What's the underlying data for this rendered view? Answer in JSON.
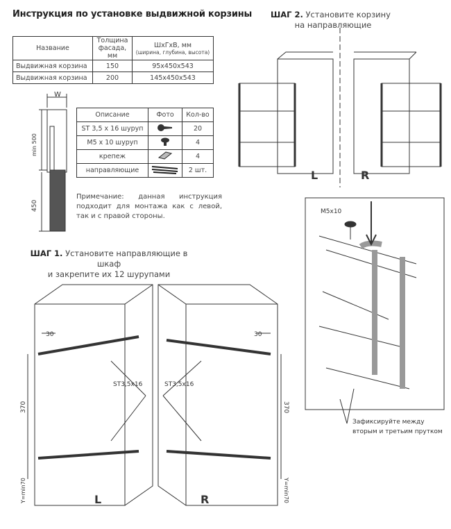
{
  "title": "Инструкция по установке выдвижной корзины",
  "specs_table": {
    "headers": [
      "Название",
      "Толщина фасада, мм",
      "ШхГхВ, мм",
      "(ширина, глубина, высота)"
    ],
    "rows": [
      [
        "Выдвижная корзина",
        "150",
        "95x450x543"
      ],
      [
        "Выдвижная корзина",
        "200",
        "145x450x543"
      ]
    ]
  },
  "cabinet_dims": {
    "width": "W",
    "min_height": "min 500",
    "basket_height": "450"
  },
  "parts_table": {
    "headers": [
      "Описание",
      "Фото",
      "Кол-во"
    ],
    "rows": [
      {
        "name": "ST 3,5 x 16 шуруп",
        "icon": "screw-icon",
        "qty": "20"
      },
      {
        "name": "M5 x 10 шуруп",
        "icon": "bolt-icon",
        "qty": "4"
      },
      {
        "name": "крепеж",
        "icon": "bracket-icon",
        "qty": "4"
      },
      {
        "name": "направляющие",
        "icon": "rail-icon",
        "qty": "2 шт."
      }
    ]
  },
  "note": "Примечание: данная инструкция подходит для монтажа как с левой, так и с правой стороны.",
  "step1": {
    "label": "ШАГ 1.",
    "line1": "Установите направляющие в шкаф",
    "line2": "и закрепите их 12 шурупами",
    "dim_top": "30",
    "screw": "ST3,5x16",
    "dim_mid": "370",
    "dim_bottom": "Y=min70",
    "left": "L",
    "right": "R"
  },
  "step2": {
    "label": "ШАГ 2.",
    "line1": "Установите корзину",
    "line2": "на направляющие",
    "left": "L",
    "right": "R"
  },
  "detail": {
    "bolt": "M5x10",
    "caption1": "Зафиксируйте между",
    "caption2": "вторым и третьим прутком"
  }
}
